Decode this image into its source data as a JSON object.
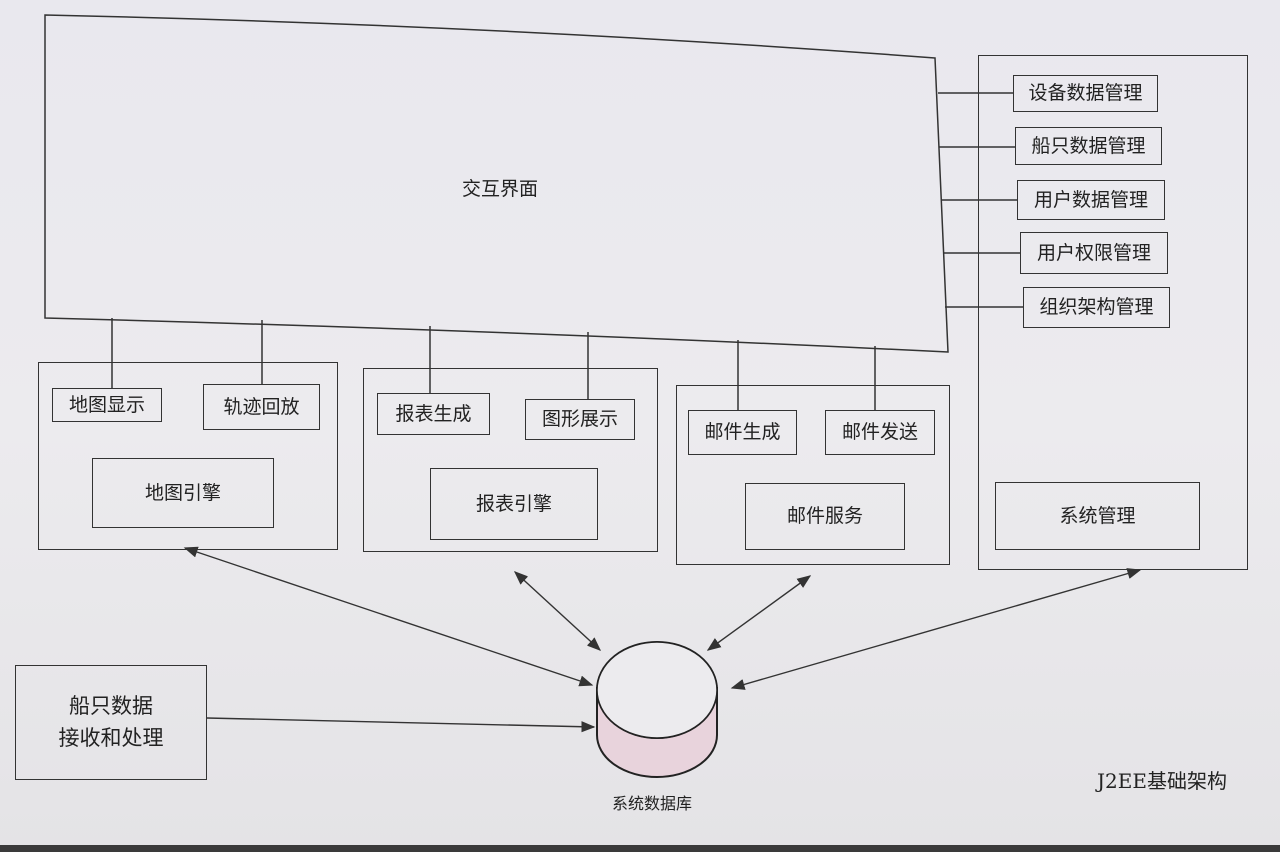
{
  "diagram": {
    "interface": "交互界面",
    "system_panel": {
      "items": [
        "设备数据管理",
        "船只数据管理",
        "用户数据管理",
        "用户权限管理",
        "组织架构管理"
      ],
      "core": "系统管理"
    },
    "map_group": {
      "items": [
        "地图显示",
        "轨迹回放"
      ],
      "core": "地图引擎"
    },
    "report_group": {
      "items": [
        "报表生成",
        "图形展示"
      ],
      "core": "报表引擎"
    },
    "mail_group": {
      "items": [
        "邮件生成",
        "邮件发送"
      ],
      "core": "邮件服务"
    },
    "ship_data": {
      "line1": "船只数据",
      "line2": "接收和处理"
    },
    "database": "系统数据库",
    "caption": "J2EE基础架构",
    "colors": {
      "db_fill": "#e8d3dc",
      "line": "#333333"
    }
  }
}
